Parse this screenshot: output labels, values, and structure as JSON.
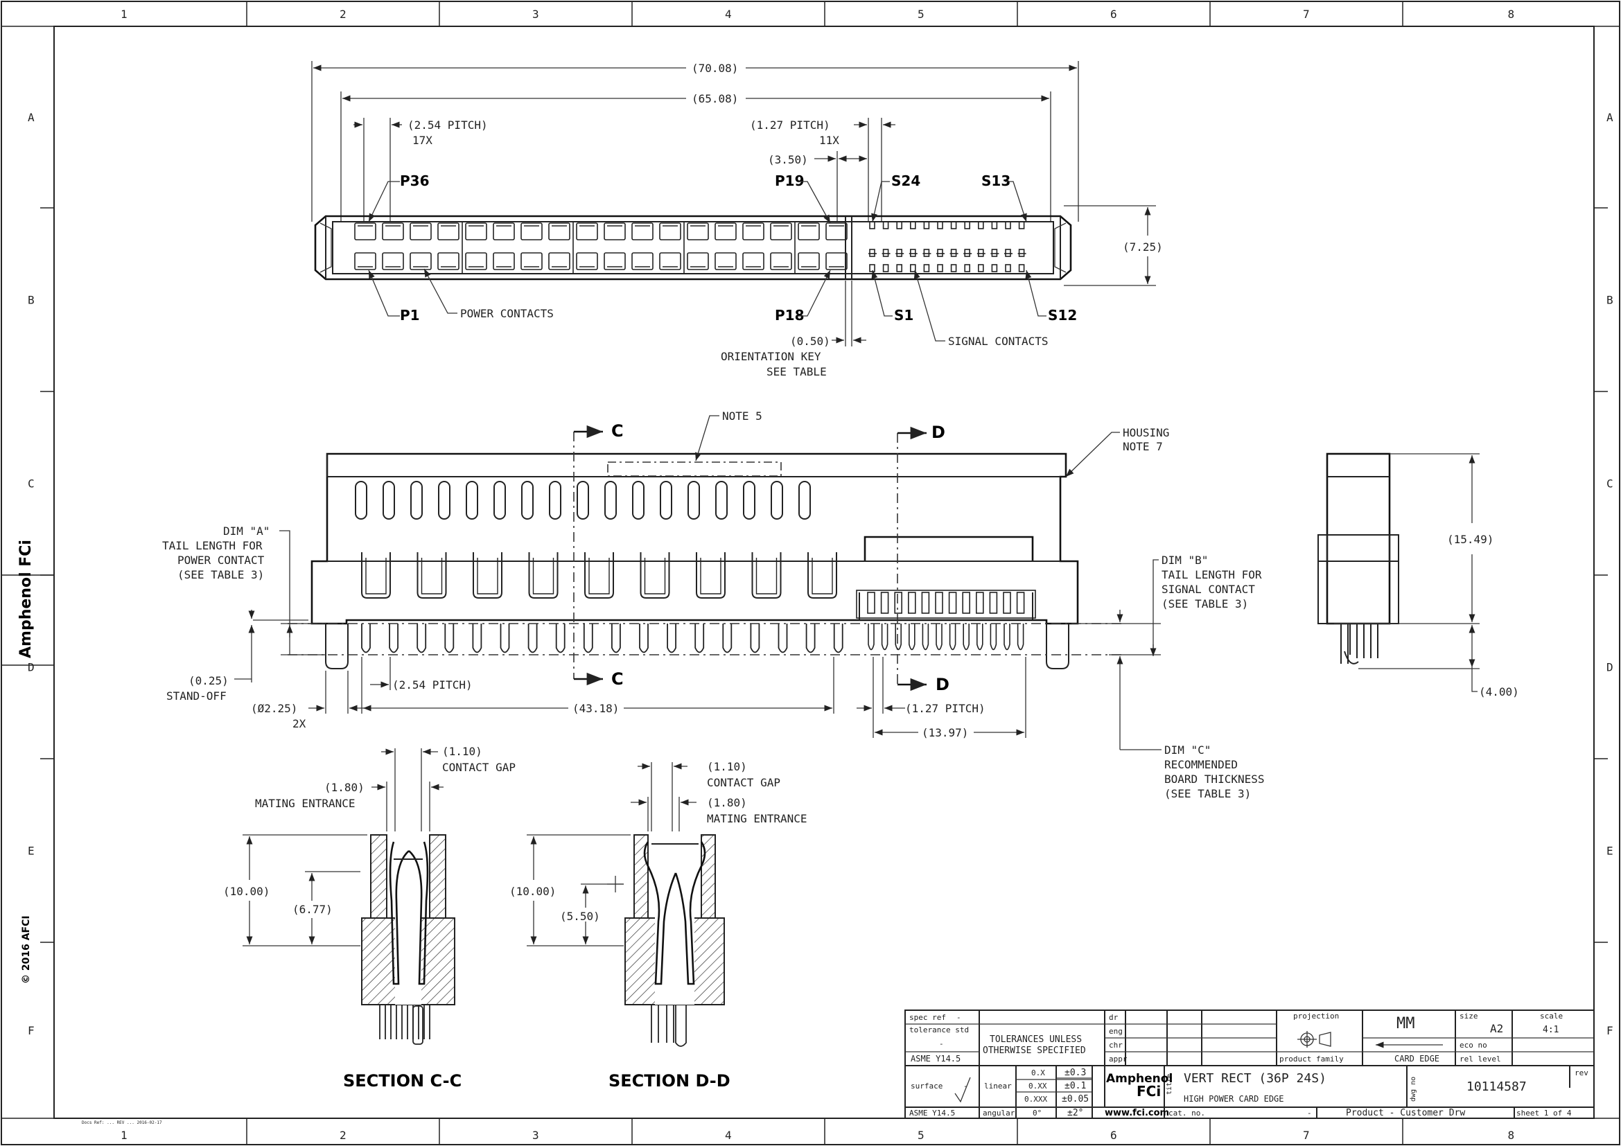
{
  "border": {
    "columns": [
      "1",
      "2",
      "3",
      "4",
      "5",
      "6",
      "7",
      "8"
    ],
    "rows": [
      "A",
      "B",
      "C",
      "D",
      "E",
      "F"
    ],
    "brand_vertical": "Amphenol FCi",
    "copyright": "© 2016 AFCI",
    "footer_note": "Docs Ref: ... REV ... 2016-02-17"
  },
  "top_view": {
    "overall_length": "(70.08)",
    "key_span": "(65.08)",
    "power_pitch": "(2.54 PITCH)",
    "power_pitch_count": "17X",
    "signal_pitch": "(1.27 PITCH)",
    "signal_pitch_count": "11X",
    "offset": "(3.50)",
    "height": "(7.25)",
    "key_width": "(0.50)",
    "orientation_key": [
      "ORIENTATION KEY",
      "SEE TABLE"
    ],
    "pins": {
      "p36": "P36",
      "p19": "P19",
      "s24": "S24",
      "s13": "S13",
      "p1": "P1",
      "p18": "P18",
      "s1": "S1",
      "s12": "S12"
    },
    "power_contacts": "POWER CONTACTS",
    "signal_contacts": "SIGNAL CONTACTS"
  },
  "front_view": {
    "section_c": "C",
    "section_d": "D",
    "note5": "NOTE 5",
    "housing": [
      "HOUSING",
      "NOTE 7"
    ],
    "dim_a": [
      "DIM \"A\"",
      "TAIL LENGTH FOR",
      "POWER CONTACT",
      "(SEE TABLE 3)"
    ],
    "dim_b": [
      "DIM \"B\"",
      "TAIL LENGTH FOR",
      "SIGNAL CONTACT",
      "(SEE TABLE 3)"
    ],
    "dim_c": [
      "DIM \"C\"",
      "RECOMMENDED",
      "BOARD THICKNESS",
      "(SEE TABLE 3)"
    ],
    "standoff": [
      "(0.25)",
      "STAND-OFF"
    ],
    "peg": [
      "(Ø2.25)",
      "2X"
    ],
    "power_pitch": "(2.54 PITCH)",
    "power_span": "(43.18)",
    "signal_pitch": "(1.27 PITCH)",
    "signal_span": "(13.97)"
  },
  "side_view": {
    "height": "(15.49)",
    "tail": "(4.00)"
  },
  "section_cc": {
    "title": "SECTION   C-C",
    "contact_gap": [
      "(1.10)",
      "CONTACT GAP"
    ],
    "mating_entrance": [
      "(1.80)",
      "MATING ENTRANCE"
    ],
    "height": "(10.00)",
    "depth": "(6.77)"
  },
  "section_dd": {
    "title": "SECTION   D-D",
    "contact_gap": [
      "(1.10)",
      "CONTACT GAP"
    ],
    "mating_entrance": [
      "(1.80)",
      "MATING ENTRANCE"
    ],
    "height": "(10.00)",
    "depth": "(5.50)"
  },
  "title_block": {
    "spec_ref": "spec ref",
    "spec_ref_val": "-",
    "tolerance_std": "tolerance std",
    "tolerance_std_val": "-",
    "asme": "ASME Y14.5",
    "tolerances_note": [
      "TOLERANCES UNLESS",
      "OTHERWISE SPECIFIED"
    ],
    "dr": "dr",
    "eng": "eng",
    "chr": "chr",
    "appr": "appr",
    "projection": "projection",
    "units": "MM",
    "size_label": "size",
    "size": "A2",
    "scale_label": "scale",
    "scale": "4:1",
    "eco_no": "eco no",
    "rel_level": "rel level",
    "product_family": "product family",
    "product_family_val": "CARD EDGE",
    "surface": "surface",
    "surface_val": "-",
    "surface_std": "ASME Y14.5",
    "linear": "linear",
    "angular": "angular",
    "tol_rows": [
      {
        "fmt": "0.X",
        "tol": "±0.3"
      },
      {
        "fmt": "0.XX",
        "tol": "±0.1"
      },
      {
        "fmt": "0.XXX",
        "tol": "±0.05"
      }
    ],
    "angular_fmt": "0°",
    "angular_tol": "±2°",
    "brand": [
      "Amphenol",
      "FCi"
    ],
    "website": "www.fci.com",
    "title_label": "title",
    "title_main": "VERT RECT (36P 24S)",
    "title_sub": "HIGH POWER CARD EDGE",
    "dwg_no_label": "dwg no",
    "dwg_no": "10114587",
    "rev_label": "rev",
    "cat_no": "cat. no.",
    "cat_no_val": "-",
    "doc_type": "Product - Customer Drw",
    "sheet": "sheet 1 of 4"
  }
}
